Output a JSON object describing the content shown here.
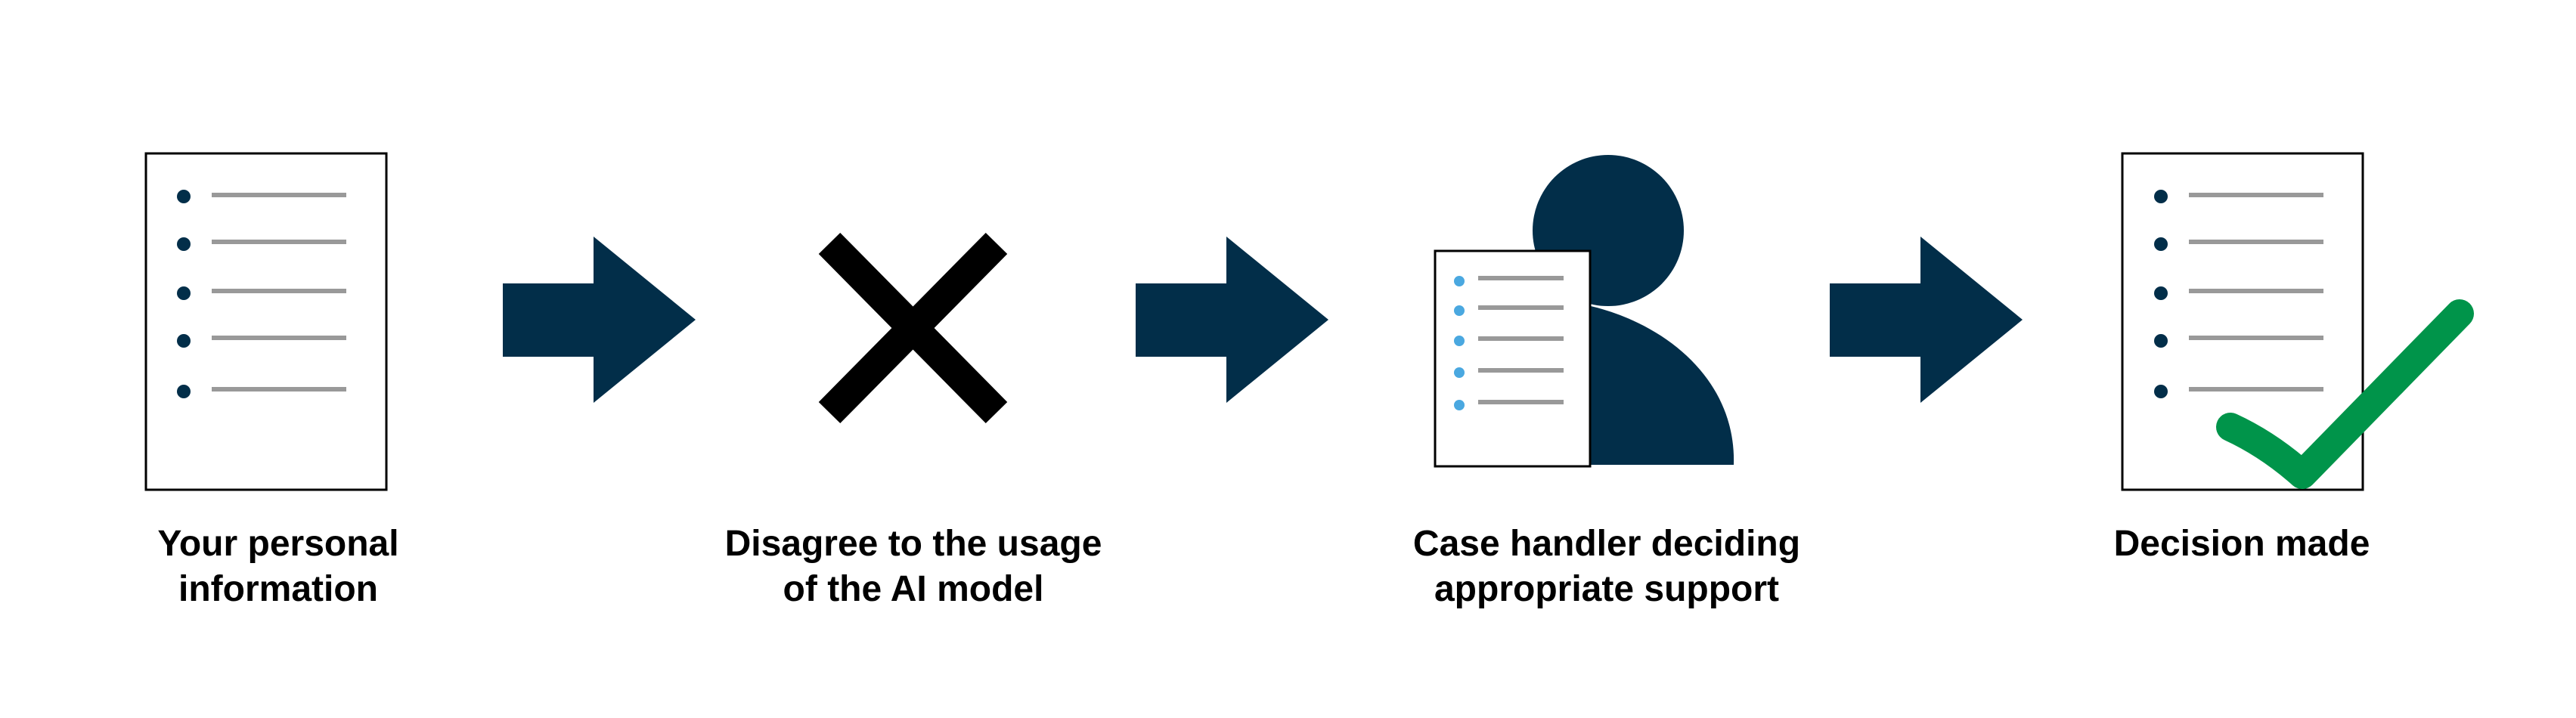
{
  "steps": [
    {
      "label_line1": "Your personal",
      "label_line2": "information",
      "icon": "document-icon"
    },
    {
      "label_line1": "Disagree to the usage",
      "label_line2": "of the AI model",
      "icon": "cross-icon"
    },
    {
      "label_line1": "Case handler deciding",
      "label_line2": "appropriate support",
      "icon": "case-handler-icon"
    },
    {
      "label_line1": "Decision made",
      "label_line2": "",
      "icon": "document-checkmark-icon"
    }
  ],
  "arrows": [
    {
      "icon": "arrow-right-icon"
    },
    {
      "icon": "arrow-right-icon"
    },
    {
      "icon": "arrow-right-icon"
    }
  ],
  "colors": {
    "navy": "#022e49",
    "line_gray": "#999999",
    "bullet_blue": "#4aa8e0",
    "check_green": "#00944a",
    "cross_black": "#000000"
  }
}
